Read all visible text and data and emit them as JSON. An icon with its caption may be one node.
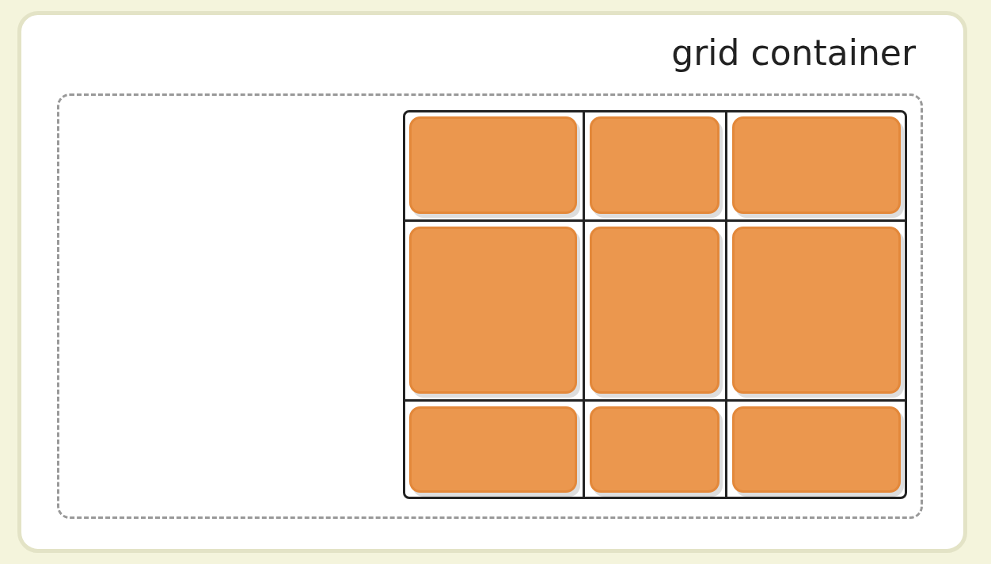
{
  "diagram": {
    "nodes": [
      {
        "text": [
          "grid container"
        ]
      },
      {
        "text": [],
        "shape": "box",
        "in": 0
      },
      {
        "text": [],
        "shape": "box",
        "in": 1
      },
      {
        "text": [],
        "shape": "box",
        "in": 2
      },
      {
        "text": [],
        "shape": "box",
        "in": 2
      },
      {
        "text": [],
        "shape": "box",
        "in": 2
      },
      {
        "text": [],
        "shape": "box",
        "in": 2
      },
      {
        "text": [],
        "shape": "box",
        "in": 2
      },
      {
        "text": [],
        "shape": "box",
        "in": 2
      },
      {
        "text": [],
        "shape": "box",
        "in": 2
      },
      {
        "text": [],
        "shape": "box",
        "in": 2
      },
      {
        "text": [],
        "shape": "box",
        "in": 2
      }
    ]
  }
}
